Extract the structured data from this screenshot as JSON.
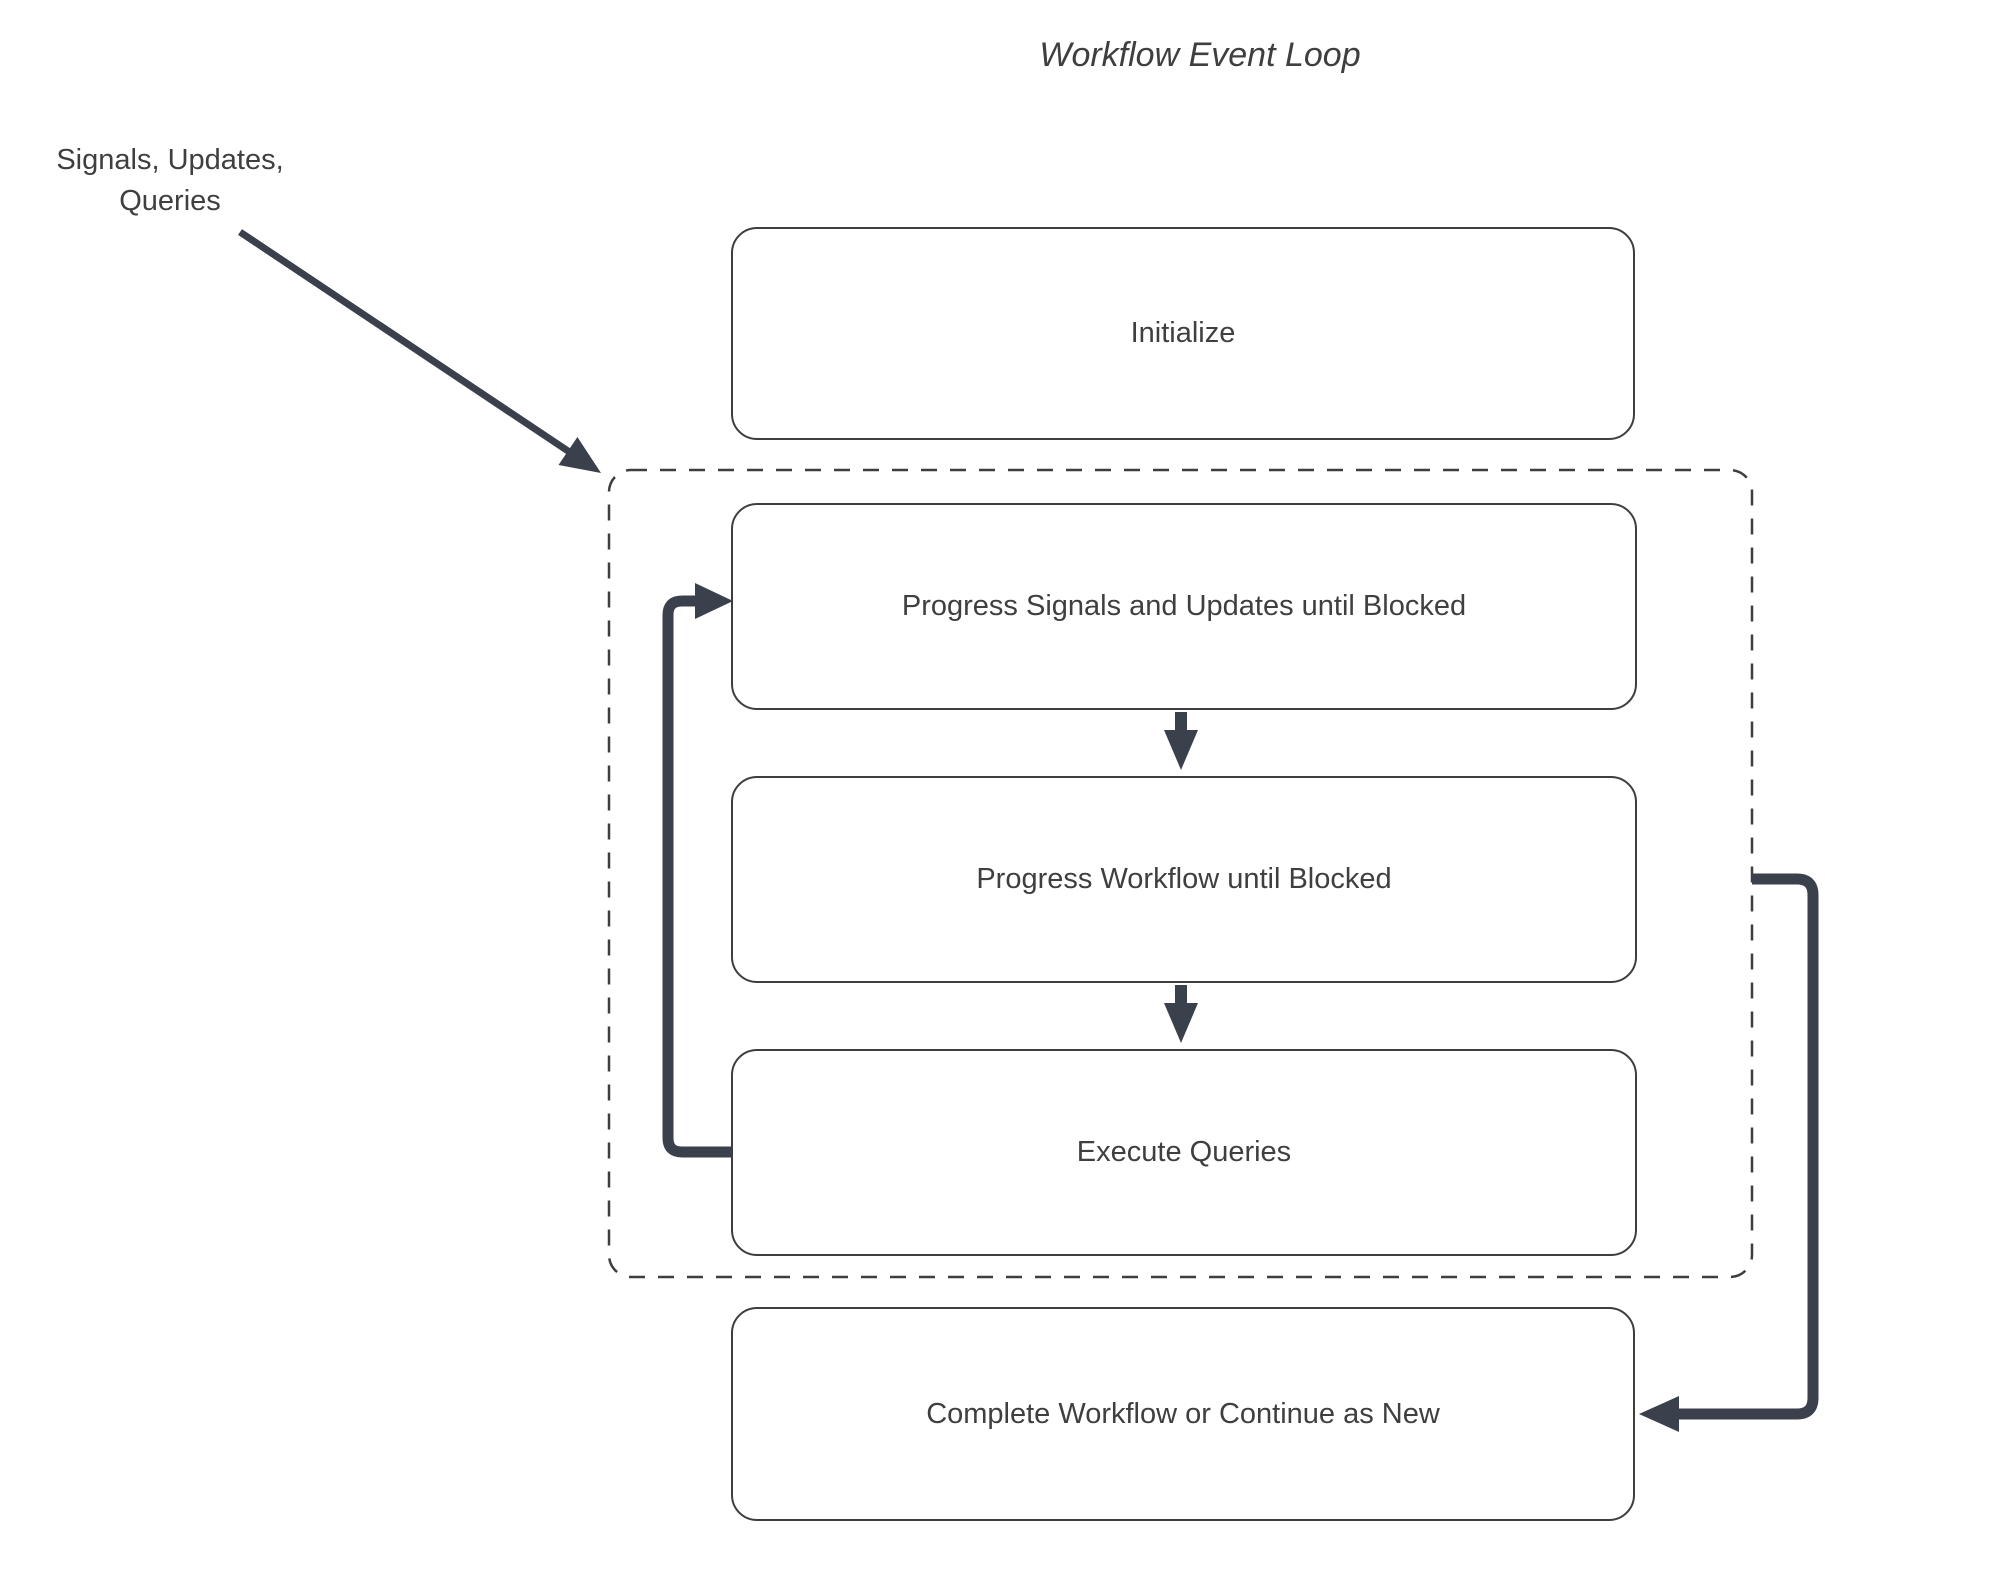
{
  "colors": {
    "arrow": "#3a414d",
    "line": "#3e3e3e",
    "text": "#3f3f3f",
    "node_border": "#3e3e3e",
    "background": "#ffffff"
  },
  "title": "Workflow Event Loop",
  "annotation": {
    "lines": [
      "Signals, Updates,",
      "Queries"
    ]
  },
  "nodes": {
    "initialize": {
      "label": "Initialize"
    },
    "progress_signals_updates": {
      "label": "Progress Signals and Updates until Blocked"
    },
    "progress_workflow": {
      "label": "Progress Workflow until Blocked"
    },
    "execute_queries": {
      "label": "Execute Queries"
    },
    "complete_or_continue": {
      "label": "Complete Workflow or Continue as New"
    }
  }
}
